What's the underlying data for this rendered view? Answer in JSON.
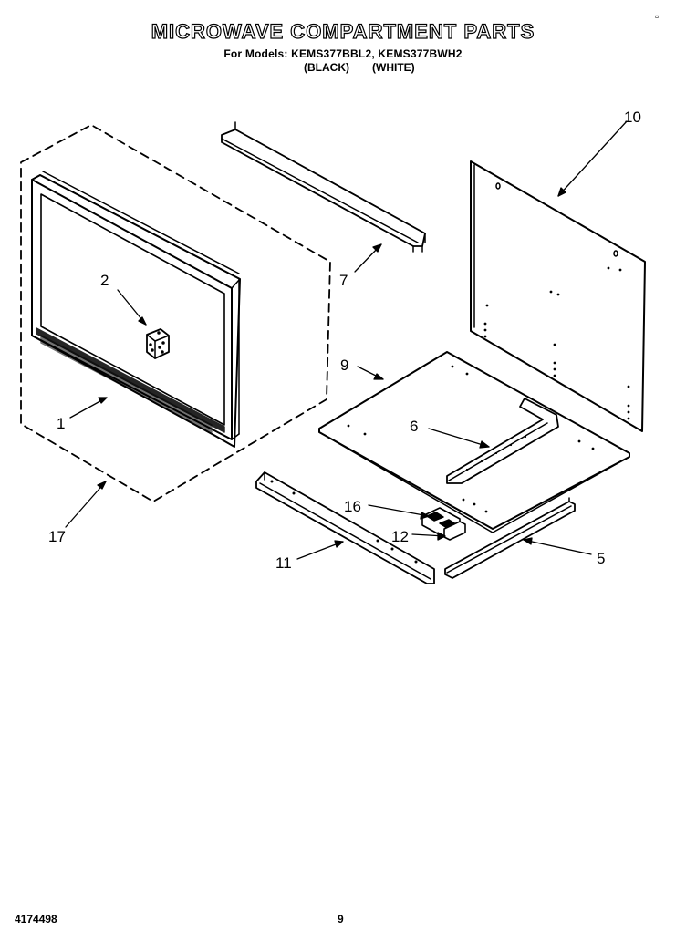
{
  "header": {
    "title": "MICROWAVE COMPARTMENT PARTS",
    "models_line": "For Models: KEMS377BBL2, KEMS377BWH2",
    "variant_black": "(BLACK)",
    "variant_white": "(WHITE)",
    "corner_mark": "▫"
  },
  "callouts": {
    "c1": "1",
    "c2": "2",
    "c5": "5",
    "c6": "6",
    "c7": "7",
    "c9": "9",
    "c10": "10",
    "c11": "11",
    "c12": "12",
    "c16": "16",
    "c17": "17"
  },
  "footer": {
    "part_number": "4174498",
    "page_number": "9"
  }
}
